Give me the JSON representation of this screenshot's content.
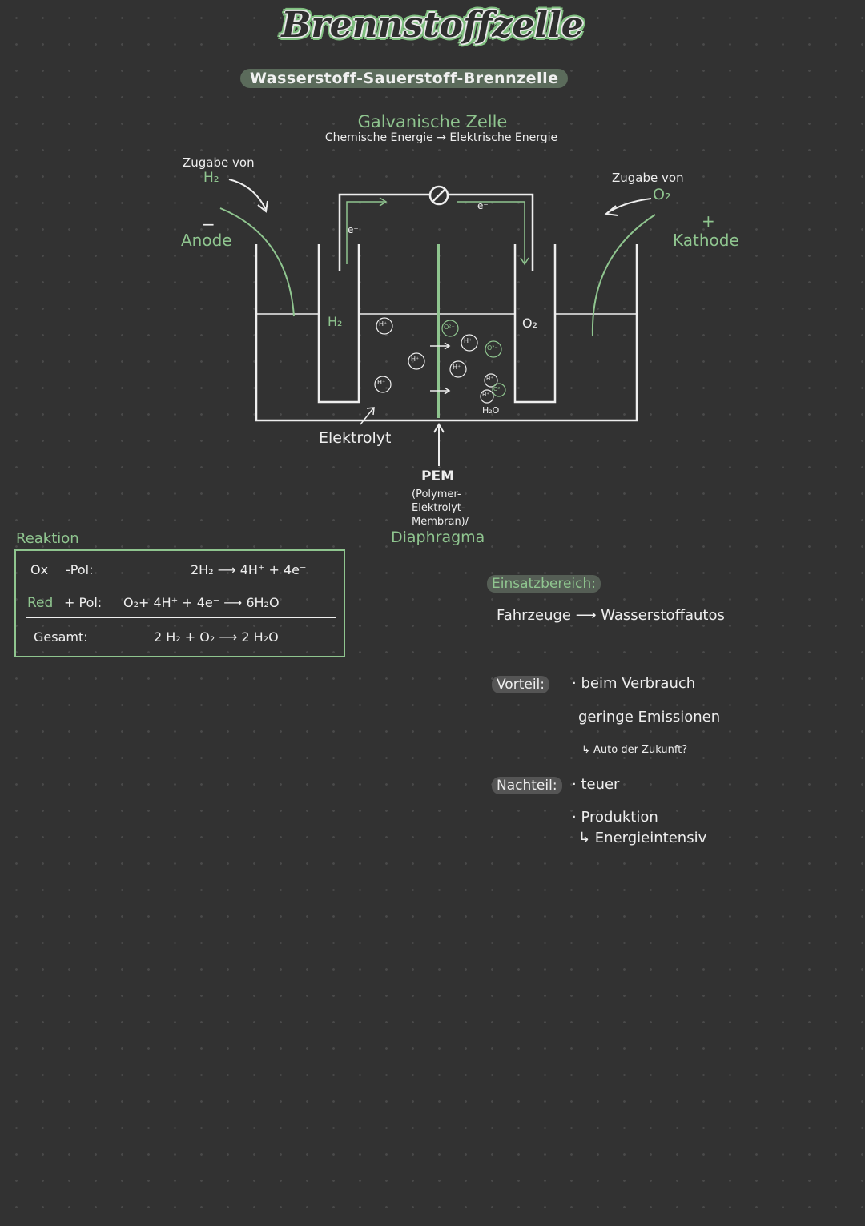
{
  "header": {
    "title": "Brennstoffzelle",
    "subtitle": "Wasserstoff-Sauerstoff-Brennzelle",
    "galvanic_title": "Galvanische Zelle",
    "galvanic_sub": "Chemische Energie → Elektrische Energie"
  },
  "diagram": {
    "anode_supply_label": "Zugabe von",
    "anode_gas": "H₂",
    "anode_sign": "−",
    "anode_label": "Anode",
    "cathode_supply_label": "Zugabe von",
    "cathode_gas": "O₂",
    "cathode_sign": "+",
    "cathode_label": "Kathode",
    "electron_left": "e⁻",
    "electron_right": "e⁻",
    "electrode_left": "H₂",
    "electrode_right": "O₂",
    "ion_h": "H⁺",
    "ion_o": "O²⁻",
    "water": "H₂O",
    "electrolyte_label": "Elektrolyt",
    "pem_label": "PEM",
    "pem_desc_1": "(Polymer-",
    "pem_desc_2": "Elektrolyt-",
    "pem_desc_3": "Membran)/",
    "diaphragm_label": "Diaphragma"
  },
  "reaction": {
    "label": "Reaktion",
    "ox_label": "Ox",
    "ox_pole": "-Pol:",
    "ox_eq": "2H₂ ⟶ 4H⁺ + 4e⁻",
    "red_label": "Red",
    "red_pole": "+ Pol:",
    "red_eq": "O₂+ 4H⁺ + 4e⁻ ⟶ 6H₂O",
    "total_label": "Gesamt:",
    "total_eq": "2 H₂ + O₂ ⟶ 2 H₂O"
  },
  "info": {
    "einsatz_head": "Einsatzbereich:",
    "einsatz_text": "Fahrzeuge ⟶ Wasserstoffautos",
    "vorteil_head": "Vorteil:",
    "vorteil_1": "· beim Verbrauch",
    "vorteil_2": "geringe Emissionen",
    "vorteil_3": "↳ Auto der Zukunft?",
    "nachteil_head": "Nachteil:",
    "nachteil_1": "· teuer",
    "nachteil_2": "· Produktion",
    "nachteil_3": "↳ Energieintensiv"
  }
}
